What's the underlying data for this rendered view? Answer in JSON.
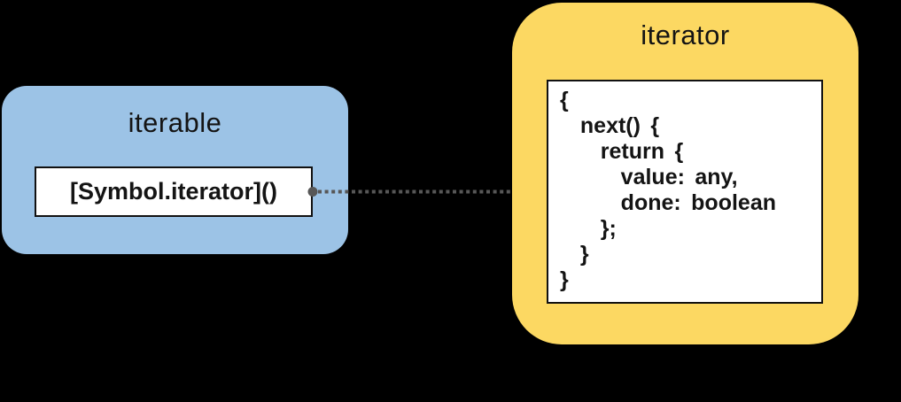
{
  "background_color": "#000000",
  "iterable": {
    "title": "iterable",
    "method_label": "[Symbol.iterator]()",
    "fill_color": "#9CC3E6"
  },
  "iterator": {
    "title": "iterator",
    "code": "{\n  next() {\n    return {\n      value: any,\n      done: boolean\n    };\n  }\n}",
    "fill_color": "#FCD862"
  },
  "arrow": {
    "style": "dotted",
    "color": "#575757",
    "from": "iterable-method-box",
    "to": "iterator-code-box"
  }
}
